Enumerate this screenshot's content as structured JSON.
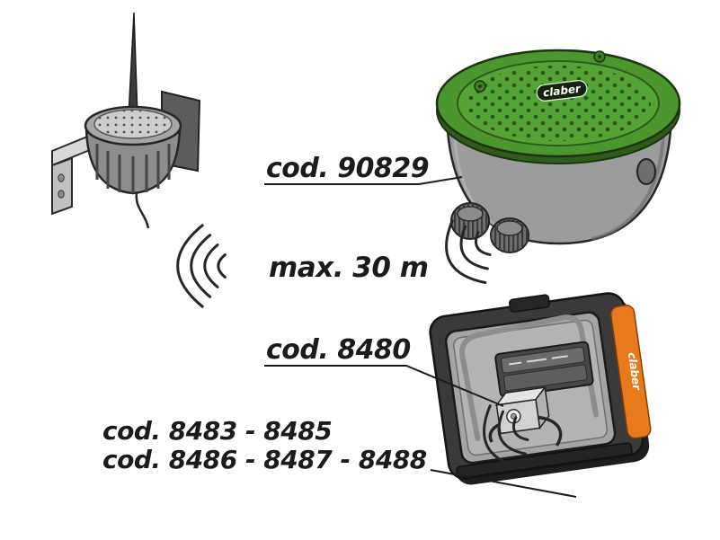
{
  "diagram": {
    "labels": {
      "valve_box_code": "cod. 90829",
      "max_distance": "max. 30 m",
      "rf_module_code": "cod. 8480",
      "timer_codes_line_1": "cod. 8483 - 8485",
      "timer_codes_line_2": "cod. 8486 - 8487 - 8488"
    },
    "brand": {
      "valve_box_logo": "claber",
      "timer_logo": "claber"
    },
    "colors": {
      "background": "#ffffff",
      "lid_green": "#4c9630",
      "lid_green_dark": "#2f5c1c",
      "body_grey": "#9c9c9c",
      "unit_dark_grey": "#3a3a3a",
      "accent_orange": "#e87a1e",
      "text_black": "#1b1b1b"
    }
  }
}
